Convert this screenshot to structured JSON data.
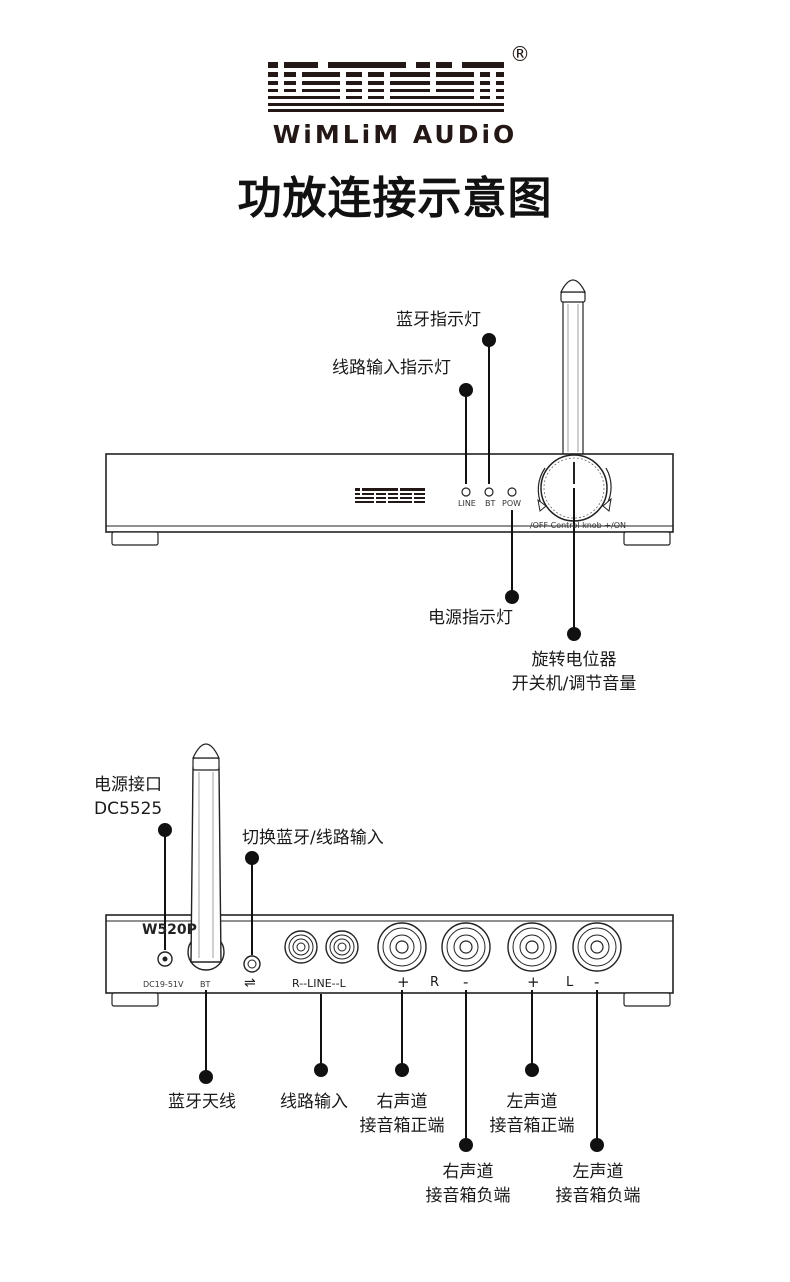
{
  "brand": {
    "registered_mark": "®",
    "wordmark": "WiMLiM AUDiO"
  },
  "title": "功放连接示意图",
  "front_panel": {
    "indicator_labels": [
      "LINE",
      "BT",
      "POW"
    ],
    "knob_caption": "-/OFF Control knob +/ON",
    "callouts": {
      "bt_led": "蓝牙指示灯",
      "line_led": "线路输入指示灯",
      "power_led": "电源指示灯",
      "knob_line1": "旋转电位器",
      "knob_line2": "开关机/调节音量"
    }
  },
  "back_panel": {
    "model": "W520P",
    "port_labels": {
      "dc": "DC19-51V",
      "bt": "BT",
      "switch": "⇌",
      "line": "R--LINE--L",
      "r_plus": "+",
      "r": "R",
      "r_minus": "-",
      "l_plus": "+",
      "l": "L",
      "l_minus": "-"
    },
    "callouts": {
      "power_port_line1": "电源接口",
      "power_port_line2": "DC5525",
      "switch": "切换蓝牙/线路输入",
      "antenna": "蓝牙天线",
      "line_in": "线路输入",
      "right_pos_line1": "右声道",
      "right_pos_line2": "接音箱正端",
      "left_pos_line1": "左声道",
      "left_pos_line2": "接音箱正端",
      "right_neg_line1": "右声道",
      "right_neg_line2": "接音箱负端",
      "left_neg_line1": "左声道",
      "left_neg_line2": "接音箱负端"
    }
  }
}
